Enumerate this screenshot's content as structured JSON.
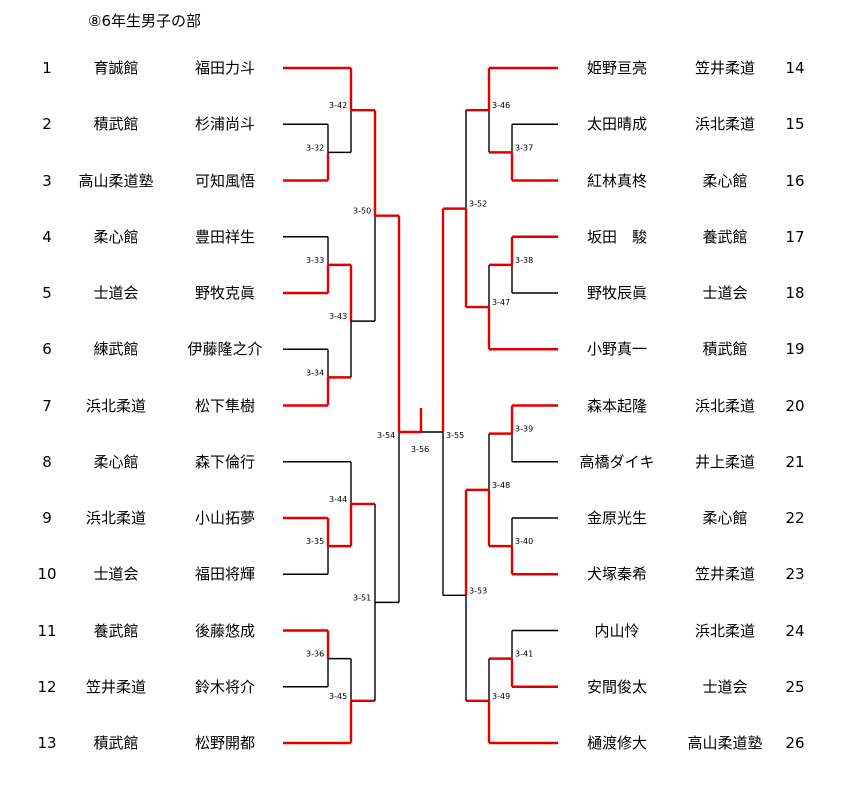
{
  "title": "⑧6年生男子の部",
  "left_entries": [
    {
      "no": "1",
      "club": "育誠館",
      "name": "福田力斗"
    },
    {
      "no": "2",
      "club": "積武館",
      "name": "杉浦尚斗"
    },
    {
      "no": "3",
      "club": "高山柔道塾",
      "name": "可知風悟"
    },
    {
      "no": "4",
      "club": "柔心館",
      "name": "豊田祥生"
    },
    {
      "no": "5",
      "club": "士道会",
      "name": "野牧克眞"
    },
    {
      "no": "6",
      "club": "練武館",
      "name": "伊藤隆之介"
    },
    {
      "no": "7",
      "club": "浜北柔道",
      "name": "松下隼樹"
    },
    {
      "no": "8",
      "club": "柔心館",
      "name": "森下倫行"
    },
    {
      "no": "9",
      "club": "浜北柔道",
      "name": "小山拓夢"
    },
    {
      "no": "10",
      "club": "士道会",
      "name": "福田将輝"
    },
    {
      "no": "11",
      "club": "養武館",
      "name": "後藤悠成"
    },
    {
      "no": "12",
      "club": "笠井柔道",
      "name": "鈴木将介"
    },
    {
      "no": "13",
      "club": "積武館",
      "name": "松野開都"
    }
  ],
  "right_entries": [
    {
      "no": "14",
      "club": "笠井柔道",
      "name": "姫野亘亮"
    },
    {
      "no": "15",
      "club": "浜北柔道",
      "name": "太田晴成"
    },
    {
      "no": "16",
      "club": "柔心館",
      "name": "紅林真柊"
    },
    {
      "no": "17",
      "club": "養武館",
      "name": "坂田　駿"
    },
    {
      "no": "18",
      "club": "士道会",
      "name": "野牧辰眞"
    },
    {
      "no": "19",
      "club": "積武館",
      "name": "小野真一"
    },
    {
      "no": "20",
      "club": "浜北柔道",
      "name": "森本起隆"
    },
    {
      "no": "21",
      "club": "井上柔道",
      "name": "高橋ダイキ"
    },
    {
      "no": "22",
      "club": "柔心館",
      "name": "金原光生"
    },
    {
      "no": "23",
      "club": "笠井柔道",
      "name": "犬塚秦希"
    },
    {
      "no": "24",
      "club": "浜北柔道",
      "name": "内山怜"
    },
    {
      "no": "25",
      "club": "士道会",
      "name": "安間俊太"
    },
    {
      "no": "26",
      "club": "高山柔道塾",
      "name": "樋渡修大"
    }
  ],
  "matches": [
    "3-32",
    "3-33",
    "3-34",
    "3-35",
    "3-36",
    "3-37",
    "3-38",
    "3-39",
    "3-40",
    "3-41",
    "3-42",
    "3-43",
    "3-44",
    "3-45",
    "3-46",
    "3-47",
    "3-48",
    "3-49",
    "3-50",
    "3-51",
    "3-52",
    "3-53",
    "3-54",
    "3-55",
    "3-56"
  ],
  "colors": {
    "winner_line": "#e00000",
    "line": "#000000"
  }
}
